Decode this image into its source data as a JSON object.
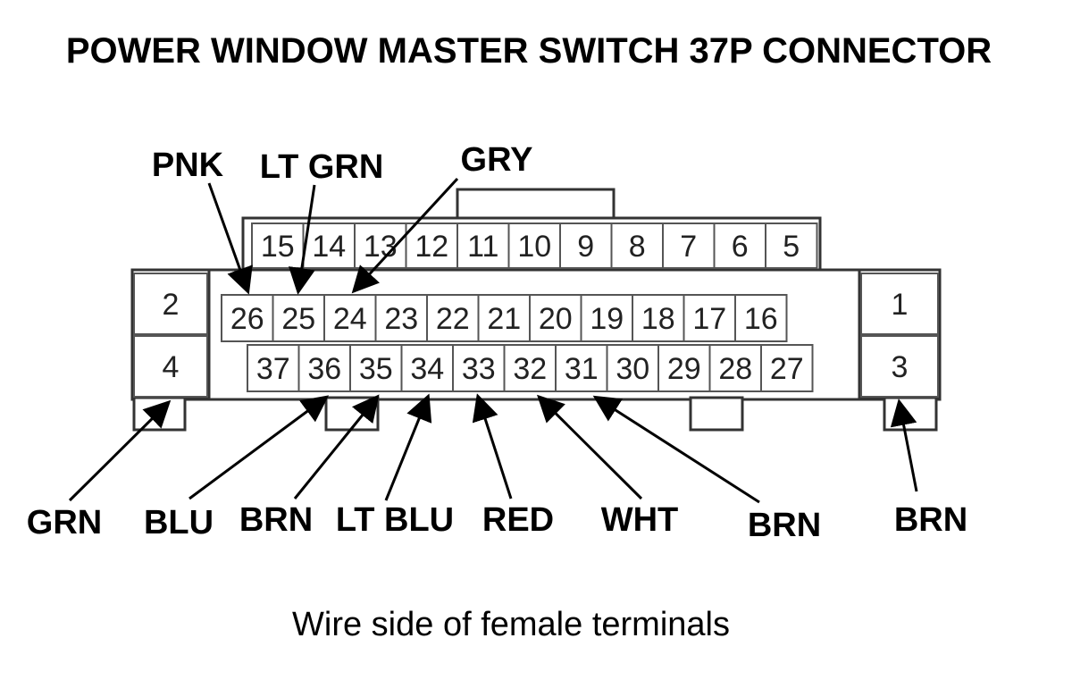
{
  "title": "POWER WINDOW MASTER SWITCH 37P CONNECTOR",
  "caption": "Wire side of female terminals",
  "connector": {
    "top_row": [
      "15",
      "14",
      "13",
      "12",
      "11",
      "10",
      "9",
      "8",
      "7",
      "6",
      "5"
    ],
    "middle_row": [
      "26",
      "25",
      "24",
      "23",
      "22",
      "21",
      "20",
      "19",
      "18",
      "17",
      "16"
    ],
    "bottom_row": [
      "37",
      "36",
      "35",
      "34",
      "33",
      "32",
      "31",
      "30",
      "29",
      "28",
      "27"
    ],
    "left_pins": [
      "2",
      "4"
    ],
    "right_pins": [
      "1",
      "3"
    ]
  },
  "wires_top": [
    {
      "label": "PNK",
      "pin": "26"
    },
    {
      "label": "LT GRN",
      "pin": "25"
    },
    {
      "label": "GRY",
      "pin": "24"
    }
  ],
  "wires_bottom": [
    {
      "label": "GRN",
      "pin": "4"
    },
    {
      "label": "BLU",
      "pin": "36"
    },
    {
      "label": "BRN",
      "pin": "35"
    },
    {
      "label": "LT BLU",
      "pin": "34"
    },
    {
      "label": "RED",
      "pin": "33"
    },
    {
      "label": "WHT",
      "pin": "32"
    },
    {
      "label": "BRN",
      "pin": "31"
    },
    {
      "label": "BRN",
      "pin": "3"
    }
  ]
}
